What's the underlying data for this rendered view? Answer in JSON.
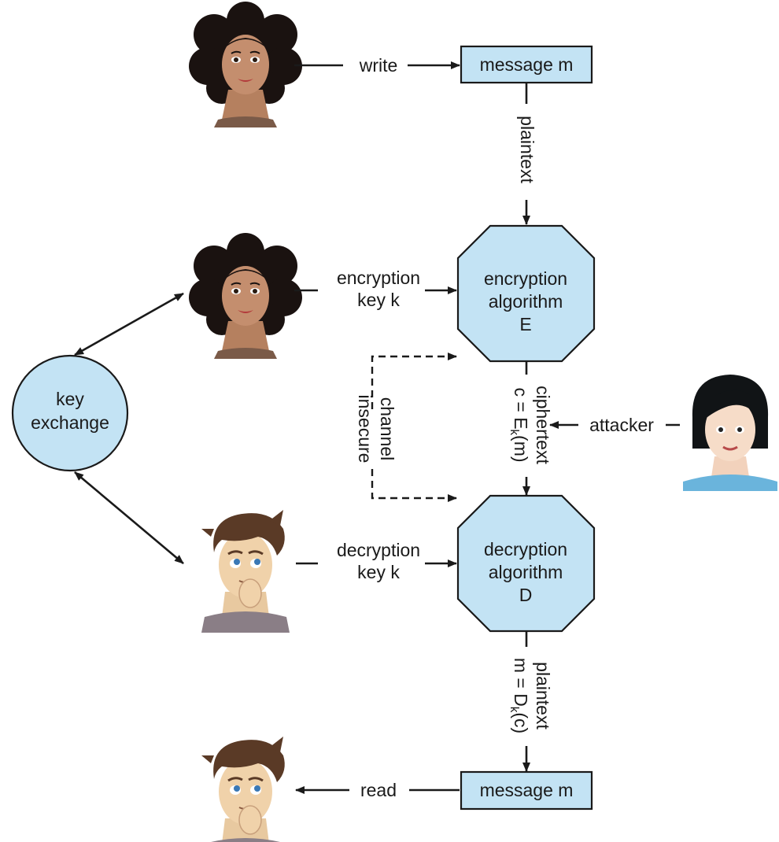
{
  "boxes": {
    "message_top": "message m",
    "message_bottom": "message m"
  },
  "encryption": {
    "line1": "encryption",
    "line2": "algorithm",
    "line3": "E"
  },
  "decryption": {
    "line1": "decryption",
    "line2": "algorithm",
    "line3": "D"
  },
  "key_exchange": {
    "line1": "key",
    "line2": "exchange"
  },
  "labels": {
    "write": "write",
    "read": "read",
    "attacker": "attacker",
    "enc_key_1": "encryption",
    "enc_key_2": "key k",
    "dec_key_1": "decryption",
    "dec_key_2": "key k",
    "plaintext_top": "plaintext",
    "ciphertext_1": "ciphertext",
    "ciphertext_2a": "c = E",
    "ciphertext_2sub": "k",
    "ciphertext_2b": "(m)",
    "insecure_1": "insecure",
    "insecure_2": "channel",
    "plaintext_bottom_1": "plaintext",
    "plaintext_bottom_2a": "m = D",
    "plaintext_bottom_2sub": "k",
    "plaintext_bottom_2b": "(c)"
  },
  "colors": {
    "shape_fill": "#c3e3f4",
    "stroke": "#1a1a1a",
    "skin": "#c48e6e",
    "hair_dark": "#1a1210",
    "hair_brown": "#5a3a26"
  },
  "icons": {
    "sender_top": "woman-curly-hair-avatar",
    "sender_key": "woman-curly-hair-avatar",
    "receiver_key": "man-brown-hair-avatar",
    "receiver_read": "man-brown-hair-avatar",
    "attacker": "woman-black-bob-avatar"
  }
}
